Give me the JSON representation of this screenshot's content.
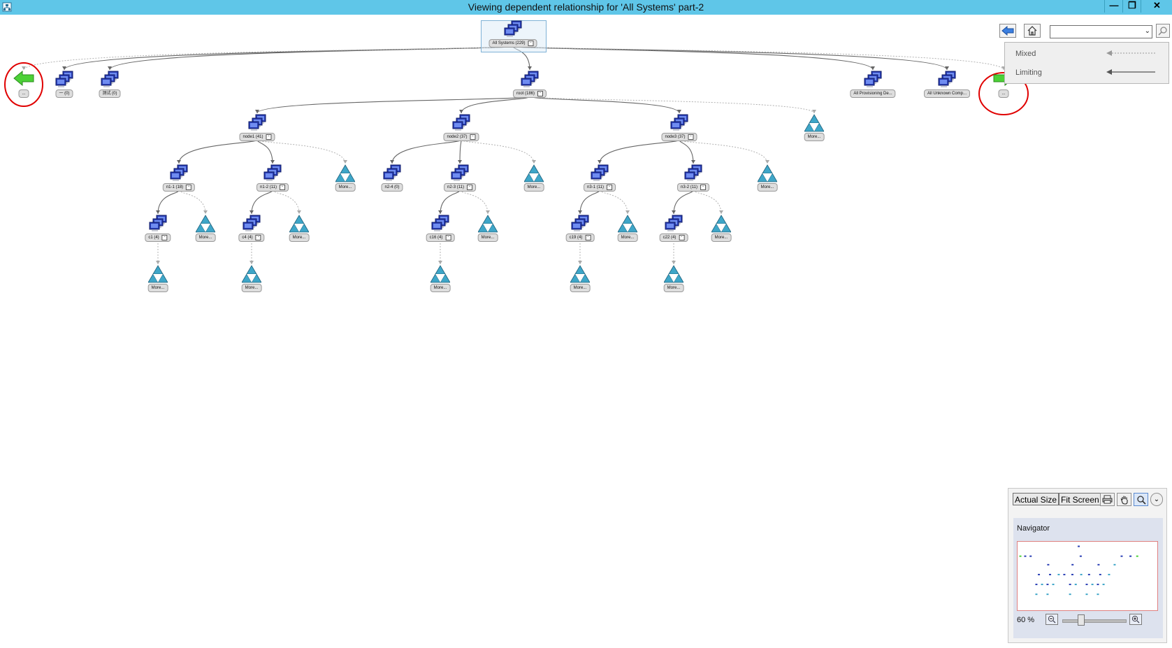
{
  "window": {
    "title": "Viewing dependent relationship for 'All Systems' part-2",
    "minimize": "—",
    "maximize": "❐",
    "close": "✕"
  },
  "colors": {
    "titlebar": "#5fc6e8",
    "annotation_circle": "#e00000",
    "back_arrow": "#4cd137",
    "forward_arrow": "#4cd137"
  },
  "tree": {
    "nodes": [
      {
        "id": "all-systems",
        "label": "All Systems (229)",
        "kind": "collection",
        "collapse": "-"
      },
      {
        "id": "nav-back",
        "label": "...",
        "kind": "nav-back"
      },
      {
        "id": "c-empty1",
        "label": "一 (0)",
        "kind": "collection"
      },
      {
        "id": "c-test",
        "label": "测试 (0)",
        "kind": "collection"
      },
      {
        "id": "root",
        "label": "root (186)",
        "kind": "collection",
        "collapse": "-"
      },
      {
        "id": "all-prov",
        "label": "All Provisioning De...",
        "kind": "collection"
      },
      {
        "id": "all-unknown",
        "label": "All Unknown Comp...",
        "kind": "collection"
      },
      {
        "id": "nav-forward",
        "label": "...",
        "kind": "nav-forward"
      },
      {
        "id": "node1",
        "label": "node1 (41)",
        "kind": "collection",
        "collapse": "-"
      },
      {
        "id": "node2",
        "label": "node2 (37)",
        "kind": "collection",
        "collapse": "-"
      },
      {
        "id": "node3",
        "label": "node3 (37)",
        "kind": "collection",
        "collapse": "-"
      },
      {
        "id": "more-root",
        "label": "More...",
        "kind": "more"
      },
      {
        "id": "n1-1",
        "label": "n1-1 (18)",
        "kind": "collection",
        "collapse": "-"
      },
      {
        "id": "n1-2",
        "label": "n1-2 (11)",
        "kind": "collection",
        "collapse": "-"
      },
      {
        "id": "more-n1",
        "label": "More...",
        "kind": "more"
      },
      {
        "id": "n2-4",
        "label": "n2-4 (0)",
        "kind": "collection"
      },
      {
        "id": "n2-3",
        "label": "n2-3 (11)",
        "kind": "collection",
        "collapse": "-"
      },
      {
        "id": "more-n2",
        "label": "More...",
        "kind": "more"
      },
      {
        "id": "n3-1",
        "label": "n3-1 (11)",
        "kind": "collection",
        "collapse": "-"
      },
      {
        "id": "n3-2",
        "label": "n3-2 (11)",
        "kind": "collection",
        "collapse": "-"
      },
      {
        "id": "more-n3",
        "label": "More...",
        "kind": "more"
      },
      {
        "id": "c1",
        "label": "c1 (4)",
        "kind": "collection",
        "collapse": "-"
      },
      {
        "id": "more-n11",
        "label": "More...",
        "kind": "more"
      },
      {
        "id": "c4",
        "label": "c4 (4)",
        "kind": "collection",
        "collapse": "-"
      },
      {
        "id": "more-n12",
        "label": "More...",
        "kind": "more"
      },
      {
        "id": "c16",
        "label": "c16 (4)",
        "kind": "collection",
        "collapse": "-"
      },
      {
        "id": "more-n23",
        "label": "More...",
        "kind": "more"
      },
      {
        "id": "c19",
        "label": "c19 (4)",
        "kind": "collection",
        "collapse": "-"
      },
      {
        "id": "more-n31",
        "label": "More...",
        "kind": "more"
      },
      {
        "id": "c22",
        "label": "c22 (4)",
        "kind": "collection",
        "collapse": "-"
      },
      {
        "id": "more-n32",
        "label": "More...",
        "kind": "more"
      },
      {
        "id": "more-c1",
        "label": "More...",
        "kind": "more"
      },
      {
        "id": "more-c4",
        "label": "More...",
        "kind": "more"
      },
      {
        "id": "more-c16",
        "label": "More...",
        "kind": "more"
      },
      {
        "id": "more-c19",
        "label": "More...",
        "kind": "more"
      },
      {
        "id": "more-c22",
        "label": "More...",
        "kind": "more"
      }
    ]
  },
  "toolbar": {
    "back_icon": "back-arrow-icon",
    "home_icon": "home-icon",
    "search_value": "",
    "search_icon": "search-icon"
  },
  "legend": {
    "mixed": "Mixed",
    "limiting": "Limiting"
  },
  "zoom_panel": {
    "actual_size": "Actual Size",
    "fit_screen": "Fit Screen",
    "navigator": "Navigator",
    "zoom_level": "60 %",
    "zoom_fraction": 0.6
  }
}
